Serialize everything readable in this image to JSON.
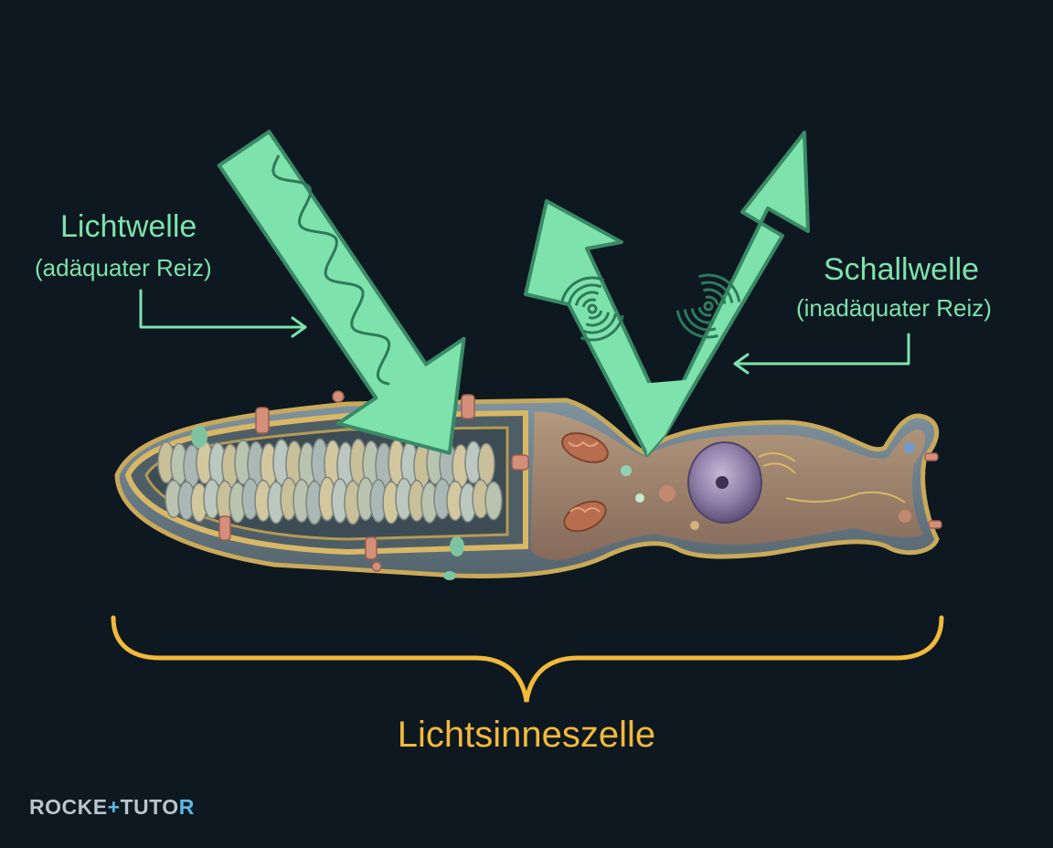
{
  "labels": {
    "light_title": "Lichtwelle",
    "light_subtitle": "(adäquater Reiz)",
    "sound_title": "Schallwelle",
    "sound_subtitle": "(inadäquater Reiz)",
    "cell": "Lichtsinneszelle"
  },
  "logo": {
    "part1": "ROCKE",
    "mark": "+",
    "part2": "TUTO",
    "end": "R"
  },
  "colors": {
    "background": "#0d1820",
    "arrow_fill": "#7ee2ac",
    "arrow_stroke": "#3a8a66",
    "label_green": "#7ee2ac",
    "bracket": "#f2b93b",
    "membrane": "#c9a95a",
    "cytoplasm": "#a0826a"
  },
  "icons": {
    "light_arrow": "sine-wave-arrow",
    "sound_arrow": "sound-wave-v-arrow",
    "cell": "photoreceptor-cell-illustration",
    "brace": "curly-brace"
  }
}
